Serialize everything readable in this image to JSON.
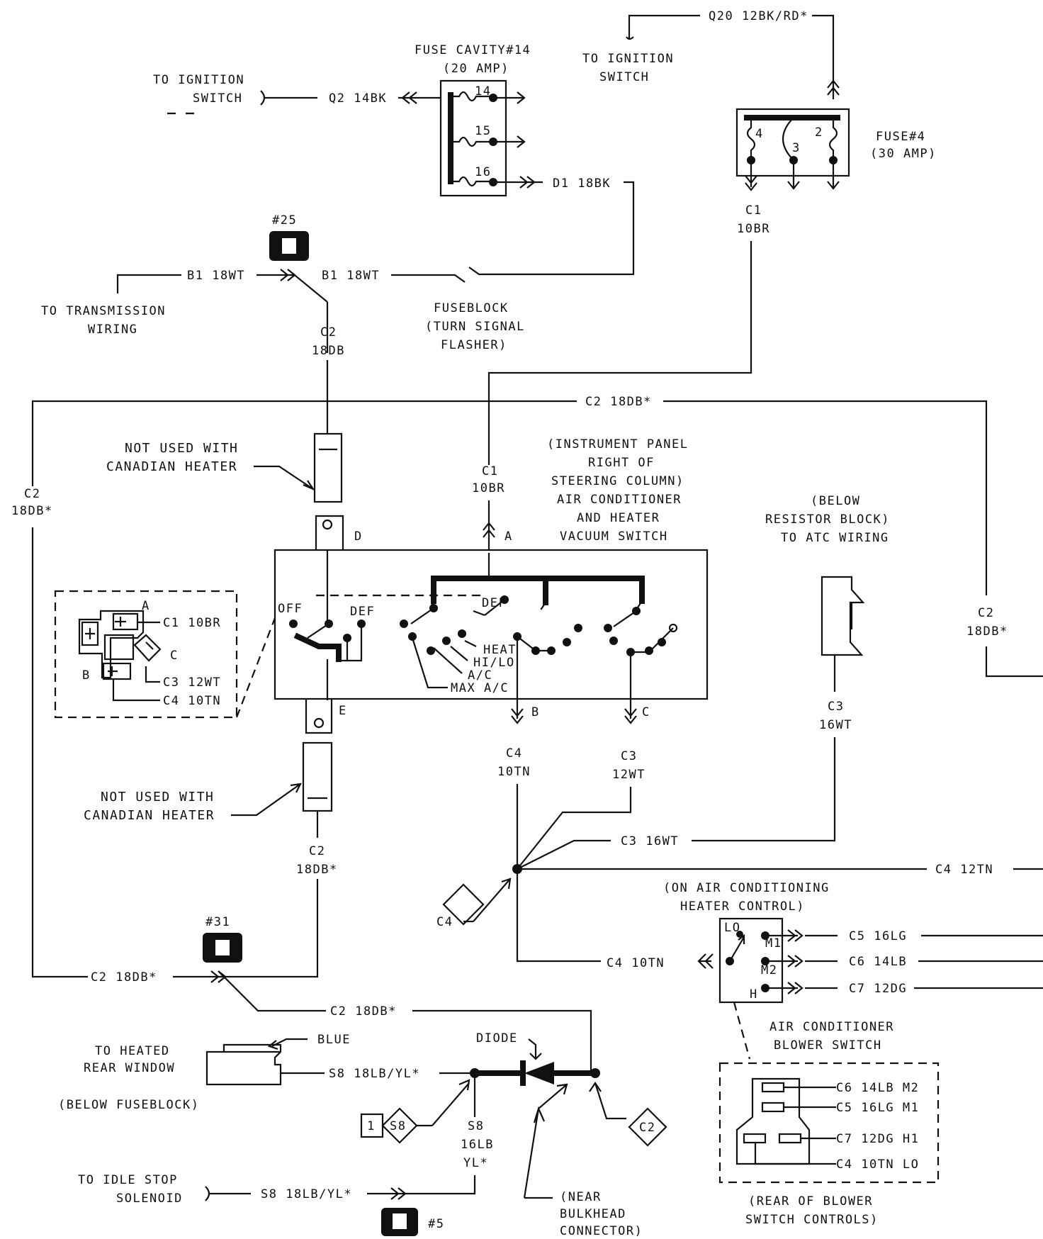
{
  "fuse_cavity": {
    "title": "FUSE CAVITY#14",
    "rating": "(20 AMP)",
    "pins": [
      "14",
      "15",
      "16"
    ]
  },
  "fuse4": {
    "title": "FUSE#4",
    "rating": "(30 AMP)",
    "pins": [
      "4",
      "3",
      "2"
    ]
  },
  "ignition_left": {
    "line1": "TO IGNITION",
    "line2": "SWITCH",
    "wire": "Q2 14BK"
  },
  "ignition_top": {
    "line1": "TO IGNITION",
    "line2": "SWITCH",
    "wire": "Q20 12BK/RD*"
  },
  "d1_wire": "D1 18BK",
  "c1_fuse4": {
    "circuit": "C1",
    "gauge": "10BR"
  },
  "splice25": "#25",
  "b1_left": "B1 18WT",
  "b1_right": "B1 18WT",
  "transmission": {
    "line1": "TO TRANSMISSION",
    "line2": "WIRING"
  },
  "fuseblock": {
    "line1": "FUSEBLOCK",
    "line2": "(TURN SIGNAL",
    "line3": "FLASHER)"
  },
  "c2_upper": {
    "circuit": "C2",
    "gauge": "18DB"
  },
  "c2_top_wire": "C2 18DB*",
  "c2_left_vert": {
    "circuit": "C2",
    "gauge": "18DB*"
  },
  "c2_right_vert": {
    "circuit": "C2",
    "gauge": "18DB*"
  },
  "not_used_top": {
    "line1": "NOT USED WITH",
    "line2": "CANADIAN HEATER"
  },
  "not_used_bottom": {
    "line1": "NOT USED WITH",
    "line2": "CANADIAN HEATER"
  },
  "c1_switch": {
    "circuit": "C1",
    "gauge": "10BR"
  },
  "switch_location": {
    "line1": "(INSTRUMENT PANEL",
    "line2": "RIGHT OF",
    "line3": "STEERING COLUMN)",
    "line4": "AIR CONDITIONER",
    "line5": "AND HEATER",
    "line6": "VACUUM SWITCH"
  },
  "atc": {
    "line1": "(BELOW",
    "line2": "RESISTOR BLOCK)",
    "line3": "TO ATC WIRING"
  },
  "switch_labels": {
    "pin_d": "D",
    "pin_a": "A",
    "pin_e": "E",
    "pin_b": "B",
    "pin_c": "C",
    "off": "OFF",
    "def_left": "DEF",
    "def_mid": "DEF",
    "heat": "HEAT",
    "hilo": "HI/LO",
    "ac": "A/C",
    "max_ac": "MAX A/C"
  },
  "connector_inset": {
    "pin_a": "A",
    "pin_b": "B",
    "pin_c": "C",
    "c1": "C1 10BR",
    "c3": "C3 12WT",
    "c4": "C4 10TN"
  },
  "c4_vert": {
    "circuit": "C4",
    "gauge": "10TN"
  },
  "c3_vert": {
    "circuit": "C3",
    "gauge": "12WT"
  },
  "c3_atc_vert": {
    "circuit": "C3",
    "gauge": "16WT"
  },
  "c3_16wt": "C3 16WT",
  "c4_12tn": "C4 12TN",
  "c2_mid_vert": {
    "circuit": "C2",
    "gauge": "18DB*"
  },
  "splice31": "#31",
  "c4_diamond": "C4",
  "c2_bottom_left": "C2 18DB*",
  "c2_bottom_mid": "C2 18DB*",
  "blower_location": {
    "line1": "(ON AIR CONDITIONING",
    "line2": "HEATER CONTROL)"
  },
  "c4_10tn_horiz": "C4 10TN",
  "blower_switch": {
    "title1": "AIR CONDITIONER",
    "title2": "BLOWER SWITCH",
    "lo": "LO",
    "m1": "M1",
    "m2": "M2",
    "h": "H",
    "c5": "C5 16LG",
    "c6": "C6 14LB",
    "c7": "C7 12DG"
  },
  "heated_window": {
    "line1": "TO HEATED",
    "line2": "REAR WINDOW",
    "blue": "BLUE",
    "location": "(BELOW FUSEBLOCK)"
  },
  "s8_wire": "S8 18LB/YL*",
  "diode": "DIODE",
  "s8_vert": {
    "circuit": "S8",
    "gauge": "16LB",
    "color": "YL*"
  },
  "s8_diamond": {
    "num": "1",
    "label": "S8"
  },
  "c2_diamond": "C2",
  "idle_stop": {
    "line1": "TO IDLE STOP",
    "line2": "SOLENOID",
    "wire": "S8 18LB/YL*"
  },
  "splice5": "#5",
  "bulkhead": {
    "line1": "(NEAR",
    "line2": "BULKHEAD",
    "line3": "CONNECTOR)"
  },
  "blower_rear": {
    "c6": "C6 14LB M2",
    "c5": "C5 16LG M1",
    "c7": "C7 12DG H1",
    "c4": "C4 10TN LO",
    "line1": "(REAR OF BLOWER",
    "line2": "SWITCH CONTROLS)"
  }
}
